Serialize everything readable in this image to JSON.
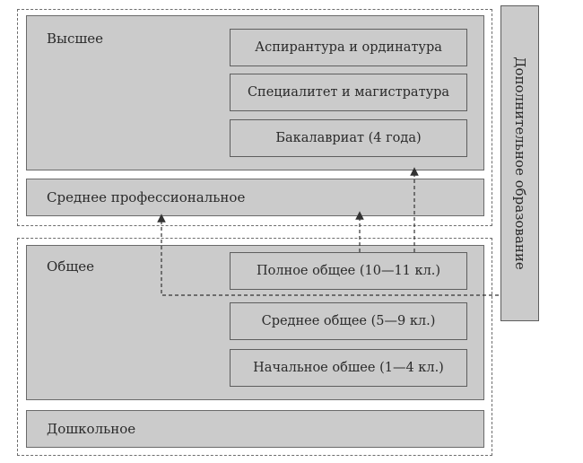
{
  "higher": {
    "label": "Высшее",
    "levels": [
      "Аспирантура и ординатура",
      "Специалитет и магистратура",
      "Бакалавриат (4 года)"
    ]
  },
  "secondary_professional": {
    "label": "Среднее профессиональное"
  },
  "general": {
    "label": "Общее",
    "levels": [
      "Полное общее (10—11 кл.)",
      "Среднее общее (5—9 кл.)",
      "Начальное обшее (1—4 кл.)"
    ]
  },
  "preschool": {
    "label": "Дошкольное"
  },
  "additional": {
    "label": "Дополнительное образование"
  }
}
